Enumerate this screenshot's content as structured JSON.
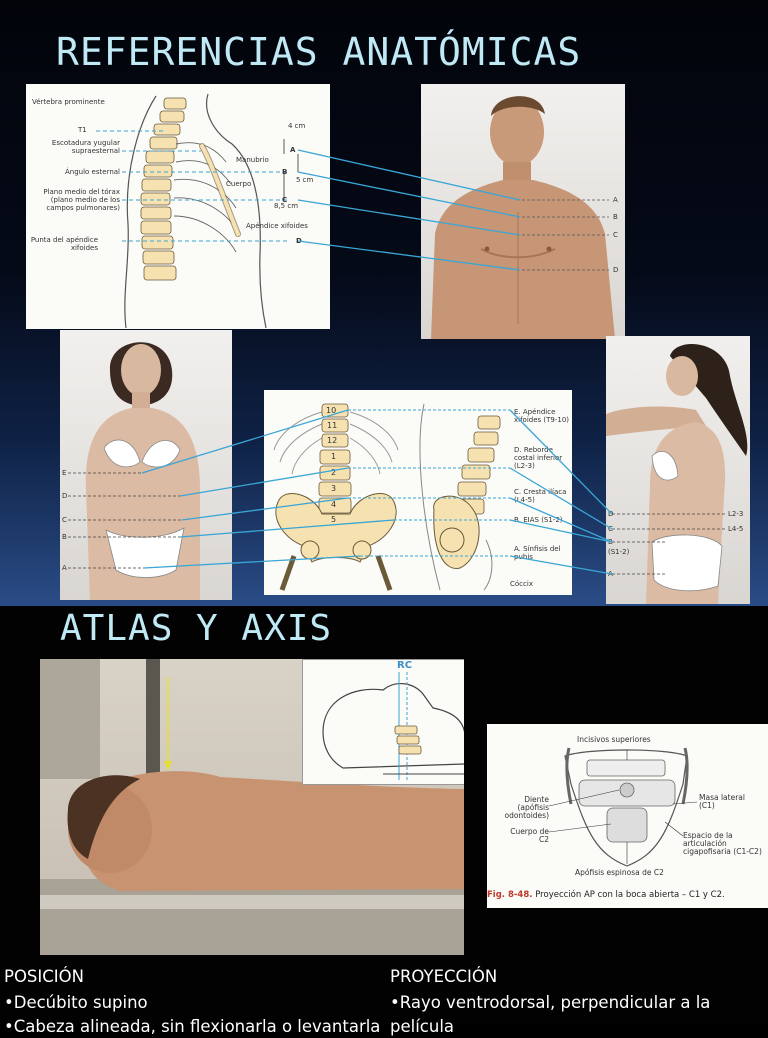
{
  "slide1": {
    "title": "REFERENCIAS ANATÓMICAS",
    "thorax_labels": {
      "vertebra_prominente": "Vértebra prominente",
      "t1": "T1",
      "escotadura": "Escotadura yugular supraesternal",
      "angulo": "Ángulo esternal",
      "plano_medio": "Plano medio del tórax (plano medio de los campos pulmonares)",
      "punta": "Punta del apéndice xifoides",
      "manubrio": "Manubrio",
      "cuerpo": "Cuerpo",
      "apendice": "Apéndice xifoides",
      "dist1": "4 cm",
      "dist2": "5 cm",
      "dist3": "8,5 cm",
      "letters": [
        "A",
        "B",
        "C",
        "D"
      ]
    },
    "male_letters": [
      "A",
      "B",
      "C",
      "D"
    ],
    "female_front_letters": [
      "E",
      "D",
      "C",
      "B",
      "A"
    ],
    "pelvis_labels": {
      "e": "E. Apéndice xifoides (T9-10)",
      "d": "D. Reborde costal inferior (L2-3)",
      "c": "C. Cresta ilíaca (L4-5)",
      "b": "B. EIAS (S1-2)",
      "a": "A. Sínfisis del pubis",
      "coccix": "Cóccix",
      "numbers": [
        "10",
        "11",
        "12",
        "1",
        "2",
        "3",
        "4",
        "5"
      ]
    },
    "female_side_labels": {
      "d": "D",
      "c": "C",
      "b": "B",
      "s12": "(S1-2)",
      "a": "A",
      "l23": "L2-3",
      "l45": "L4-5"
    }
  },
  "slide2": {
    "title": "ATLAS Y AXIS",
    "rc": "RC",
    "atlas_labels": {
      "incisivos": "Incisivos superiores",
      "diente": "Diente (apófisis odontoides)",
      "masa": "Masa lateral (C1)",
      "cuerpo": "Cuerpo de C2",
      "espacio": "Espacio de la articulación cigapofisaria (C1-C2)",
      "apofisis": "Apófisis espinosa de C2",
      "fig_num": "Fig. 8-48.",
      "fig_text": "Proyección AP con la boca abierta – C1 y C2."
    },
    "posicion": {
      "header": "POSICIÓN",
      "line1": "•Decúbito supino",
      "line2": "•Cabeza alineada, sin flexionarla o levantarla"
    },
    "proyeccion": {
      "header": "PROYECCIÓN",
      "line1": "•Rayo ventrodorsal, perpendicular a la",
      "line2": "película"
    },
    "colors": {
      "accent_line": "#3aa6d6",
      "bone": "#f5e2b0",
      "title": "#bfe9f5",
      "fig_red": "#c0392b"
    }
  }
}
